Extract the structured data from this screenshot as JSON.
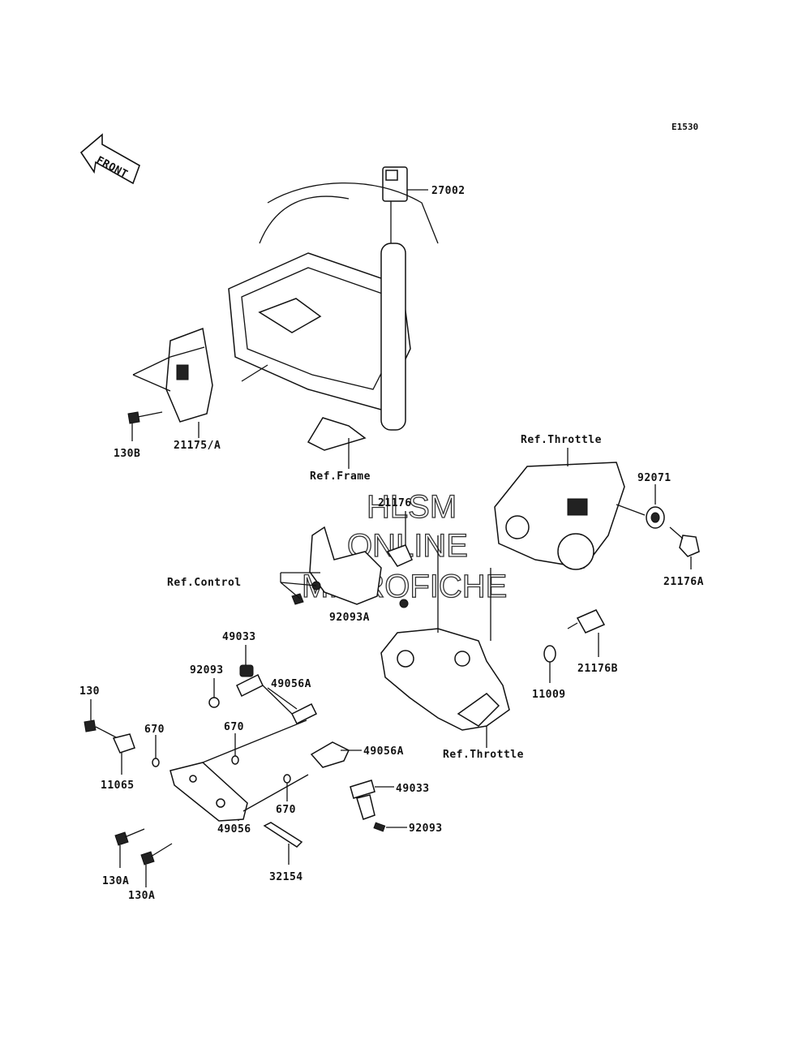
{
  "diagram_code": "E1530",
  "front_label": "FRONT",
  "watermark": [
    "HLSM",
    "ONLINE",
    "MICROFICHE"
  ],
  "labels": {
    "p27002": "27002",
    "p21175a": "21175/A",
    "p130b": "130B",
    "ref_frame": "Ref.Frame",
    "ref_throttle_top": "Ref.Throttle",
    "p92071": "92071",
    "p21176": "21176",
    "p21176a": "21176A",
    "ref_control": "Ref.Control",
    "p92093a": "92093A",
    "p49033_top": "49033",
    "p92093_left": "92093",
    "p49056a_top": "49056A",
    "p21176b": "21176B",
    "p11009": "11009",
    "p130": "130",
    "p670_a": "670",
    "p670_b": "670",
    "p11065": "11065",
    "p49056a_mid": "49056A",
    "ref_throttle_bottom": "Ref.Throttle",
    "p49033_bottom": "49033",
    "p670_c": "670",
    "p92093_bottom": "92093",
    "p49056": "49056",
    "p130a_1": "130A",
    "p130a_2": "130A",
    "p32154": "32154"
  }
}
